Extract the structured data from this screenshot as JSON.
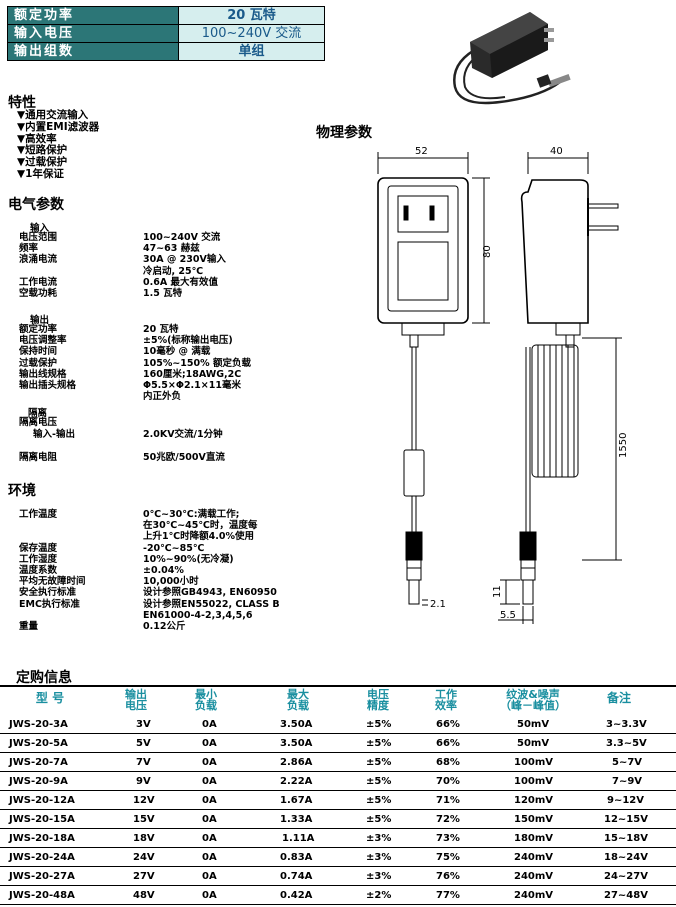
{
  "header": {
    "rows": [
      {
        "label": "额定功率",
        "value": "20 瓦特",
        "bold": true
      },
      {
        "label": "输入电压",
        "value": "100~240V 交流",
        "bold": false
      },
      {
        "label": "输出组数",
        "value": "单组",
        "bold": true
      }
    ]
  },
  "features": {
    "title": "特性",
    "items": [
      "▼通用交流输入",
      "▼内置EMI滤波器",
      "▼高效率",
      "▼短路保护",
      "▼过载保护",
      "▼1年保证"
    ]
  },
  "physical": {
    "title": "物理参数",
    "dim_width": "52",
    "dim_height": "80",
    "dim_depth": "40",
    "dim_cable": "1550",
    "dim_plug_len": "11",
    "dim_plug_dia": "2.1",
    "dim_plug_od": "5.5"
  },
  "electrical": {
    "title": "电气参数",
    "input_title": "输入",
    "input": [
      {
        "k": "电压范围",
        "v": "100~240V 交流"
      },
      {
        "k": "频率",
        "v": "47~63 赫兹"
      },
      {
        "k": "浪涌电流",
        "v": "30A @ 230V输入"
      },
      {
        "k": "",
        "v": "冷启动, 25℃"
      },
      {
        "k": "工作电流",
        "v": "0.6A 最大有效值"
      },
      {
        "k": "空载功耗",
        "v": "1.5 瓦特"
      }
    ],
    "output_title": "输出",
    "output": [
      {
        "k": "额定功率",
        "v": "20 瓦特"
      },
      {
        "k": "电压调整率",
        "v": "±5%(标称输出电压)"
      },
      {
        "k": "保持时间",
        "v": "10毫秒 @ 满载"
      },
      {
        "k": "过载保护",
        "v": "105%~150% 额定负载"
      },
      {
        "k": "输出线规格",
        "v": "160厘米;18AWG,2C"
      },
      {
        "k": "输出插头规格",
        "v": "Φ5.5×Φ2.1×11毫米"
      },
      {
        "k": "",
        "v": "内正外负"
      }
    ],
    "isolation_title": "隔离",
    "isolation_voltage_label": "隔离电压",
    "isolation_io_label": "输入-输出",
    "isolation_io_value": "2.0KV交流/1分钟",
    "isolation_res_label": "隔离电阻",
    "isolation_res_value": "50兆欧/500V直流"
  },
  "environment": {
    "title": "环境",
    "items": [
      {
        "k": "工作温度",
        "v": "0℃~30℃:满载工作;"
      },
      {
        "k": "",
        "v": "在30℃~45℃时，温度每"
      },
      {
        "k": "",
        "v": "上升1℃时降额4.0%使用"
      },
      {
        "k": "保存温度",
        "v": "-20℃~85℃"
      },
      {
        "k": "工作湿度",
        "v": "10%~90%(无冷凝)"
      },
      {
        "k": "温度系数",
        "v": "±0.04%"
      },
      {
        "k": "平均无故障时间",
        "v": "10,000小时"
      },
      {
        "k": "安全执行标准",
        "v": "设计参照GB4943, EN60950"
      },
      {
        "k": "EMC执行标准",
        "v": "设计参照EN55022, CLASS B"
      },
      {
        "k": "",
        "v": "EN61000-4-2,3,4,5,6"
      },
      {
        "k": "重量",
        "v": "0.12公斤"
      }
    ]
  },
  "order": {
    "title": "定购信息",
    "headers": [
      "型 号",
      "输出\n电压",
      "最小\n负载",
      "最大\n负载",
      "电压\n精度",
      "工作\n效率",
      "纹波&噪声\n（峰－峰值）",
      "备注"
    ],
    "rows": [
      [
        "JWS-20-3A",
        "3V",
        "0A",
        "3.50A",
        "±5%",
        "66%",
        "50mV",
        "3~3.3V"
      ],
      [
        "JWS-20-5A",
        "5V",
        "0A",
        "3.50A",
        "±5%",
        "66%",
        "50mV",
        "3.3~5V"
      ],
      [
        "JWS-20-7A",
        "7V",
        "0A",
        "2.86A",
        "±5%",
        "68%",
        "100mV",
        "5~7V"
      ],
      [
        "JWS-20-9A",
        "9V",
        "0A",
        "2.22A",
        "±5%",
        "70%",
        "100mV",
        "7~9V"
      ],
      [
        "JWS-20-12A",
        "12V",
        "0A",
        "1.67A",
        "±5%",
        "71%",
        "120mV",
        "9~12V"
      ],
      [
        "JWS-20-15A",
        "15V",
        "0A",
        "1.33A",
        "±5%",
        "72%",
        "150mV",
        "12~15V"
      ],
      [
        "JWS-20-18A",
        "18V",
        "0A",
        "1.11A",
        "±3%",
        "73%",
        "180mV",
        "15~18V"
      ],
      [
        "JWS-20-24A",
        "24V",
        "0A",
        "0.83A",
        "±3%",
        "75%",
        "240mV",
        "18~24V"
      ],
      [
        "JWS-20-27A",
        "27V",
        "0A",
        "0.74A",
        "±3%",
        "76%",
        "240mV",
        "24~27V"
      ],
      [
        "JWS-20-48A",
        "48V",
        "0A",
        "0.42A",
        "±2%",
        "77%",
        "240mV",
        "27~48V"
      ]
    ]
  },
  "colors": {
    "header_label_bg": "#2c7677",
    "header_value_bg": "#d6eeee",
    "order_header_text": "#1a8fa0"
  }
}
